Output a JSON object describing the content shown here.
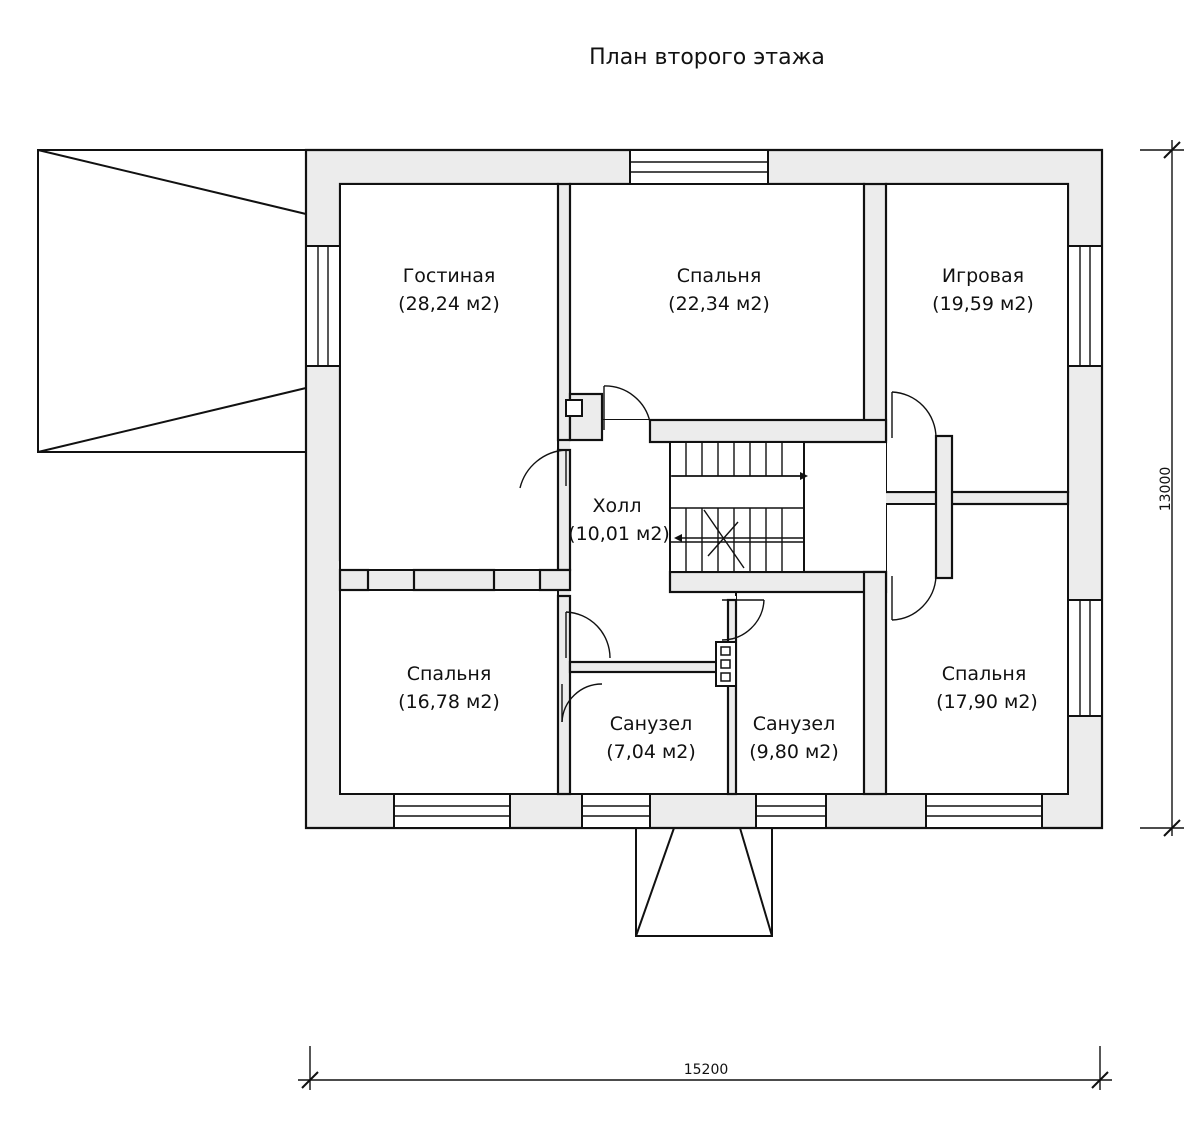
{
  "title": "План второго этажа",
  "rooms": [
    {
      "id": "living",
      "name": "Гостиная",
      "area": "(28,24 м2)"
    },
    {
      "id": "bedroom-top",
      "name": "Спальня",
      "area": "(22,34 м2)"
    },
    {
      "id": "playroom",
      "name": "Игровая",
      "area": "(19,59 м2)"
    },
    {
      "id": "hall",
      "name": "Холл",
      "area": "(10,01 м2)"
    },
    {
      "id": "bedroom-left",
      "name": "Спальня",
      "area": "(16,78 м2)"
    },
    {
      "id": "bathroom-1",
      "name": "Санузел",
      "area": "(7,04 м2)"
    },
    {
      "id": "bathroom-2",
      "name": "Санузел",
      "area": "(9,80 м2)"
    },
    {
      "id": "bedroom-right",
      "name": "Спальня",
      "area": "(17,90 м2)"
    }
  ],
  "dimensions": {
    "width": "15200",
    "height": "13000"
  }
}
